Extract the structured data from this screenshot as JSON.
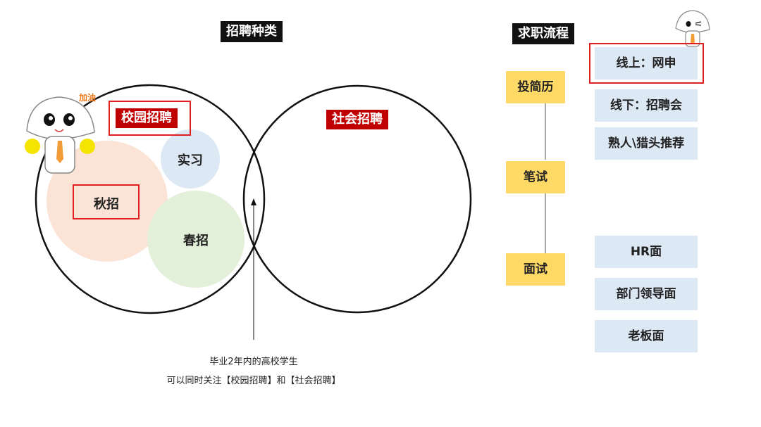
{
  "types": {
    "heading": "招聘种类",
    "campus": "校园招聘",
    "social": "社会招聘",
    "internship": "实习",
    "autumn": "秋招",
    "spring": "春招",
    "note_line1": "毕业2年内的高校学生",
    "note_line2": "可以同时关注【校园招聘】和【社会招聘】",
    "mascot_text": "加油"
  },
  "process": {
    "heading": "求职流程",
    "steps": [
      {
        "label": "投简历",
        "items": [
          "线上：网申",
          "线下：招聘会",
          "熟人\\猎头推荐"
        ]
      },
      {
        "label": "笔试",
        "items": []
      },
      {
        "label": "面试",
        "items": [
          "HR面",
          "部门领导面",
          "老板面"
        ]
      }
    ]
  },
  "colors": {
    "heading_bg": "#111111",
    "red_label": "#c00000",
    "highlight_frame": "#e02020",
    "step_fill": "#ffd966",
    "sub_fill": "#dde8f5",
    "autumn_fill": "#fbe3d6",
    "internship_fill": "#dde8f5",
    "spring_fill": "#e2efd9"
  },
  "icons": [
    "mascot-cheering-icon",
    "mascot-winking-icon"
  ]
}
